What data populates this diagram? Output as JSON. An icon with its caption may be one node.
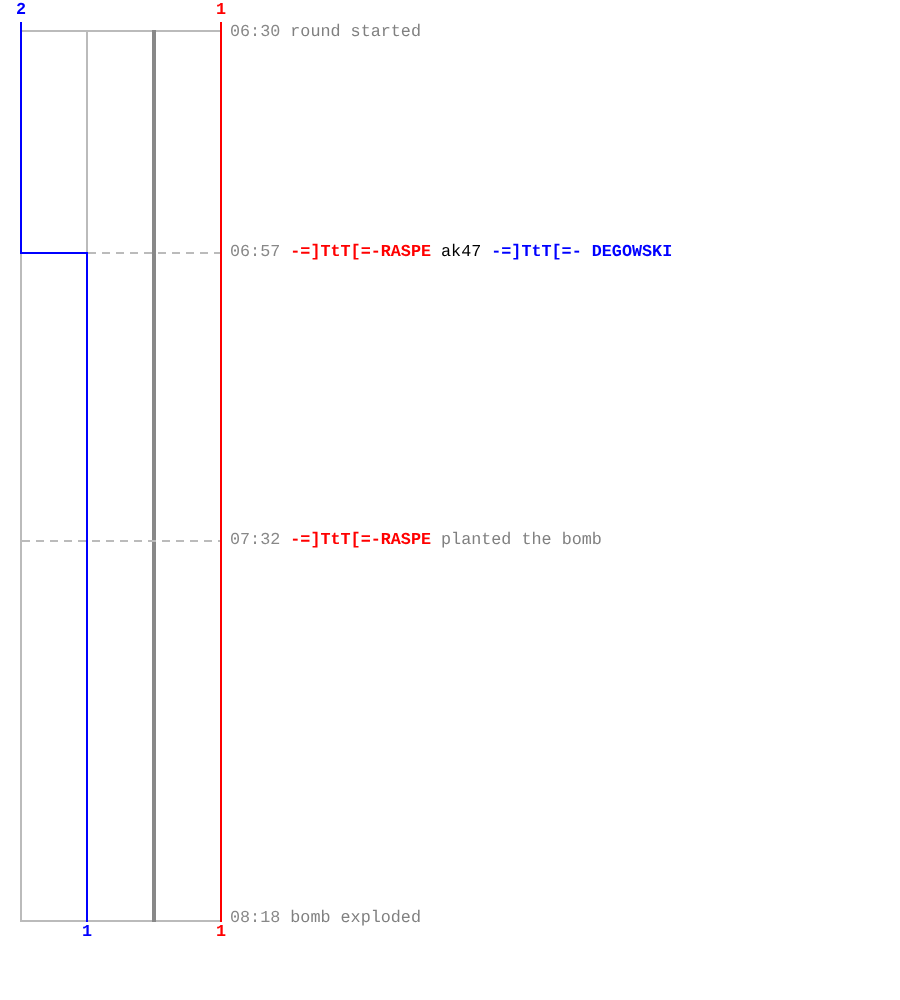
{
  "diagram": {
    "labels": [
      "2",
      "1",
      "06:30",
      "round started",
      "06:57",
      "-=]TtT[=-RASPE",
      "ak47",
      "-=]TtT[=- DEGOWSKI",
      "07:32",
      "-=]TtT[=-RASPE",
      "planted the bomb",
      "08:18",
      "bomb exploded",
      "1",
      "1"
    ]
  }
}
